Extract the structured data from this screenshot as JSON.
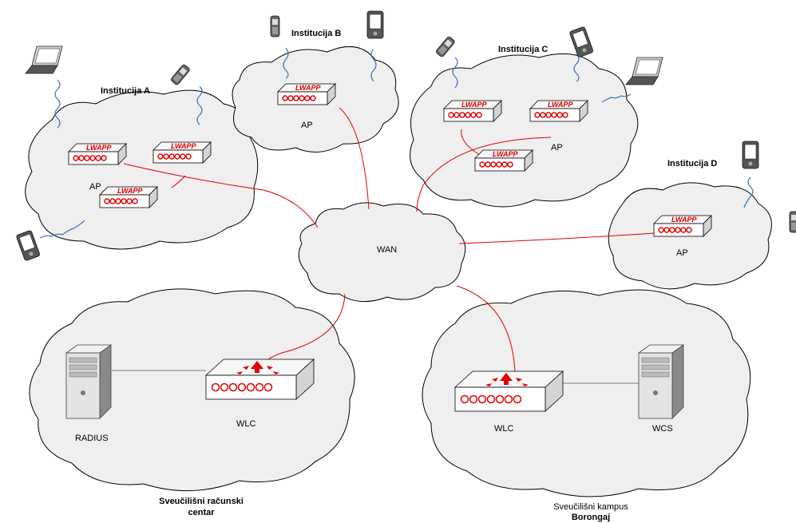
{
  "labels": {
    "inst_a": "Institucija A",
    "inst_b": "Institucija B",
    "inst_c": "Institucija C",
    "inst_d": "Institucija D",
    "wan": "WAN",
    "ap": "AP",
    "ap_device": "LWAPP",
    "wlc": "WLC",
    "radius": "RADIUS",
    "wcs": "WCS",
    "srce_line1": "Sveučilišni računski",
    "srce_line2": "centar",
    "kampus_line1": "Sveučilišni kampus",
    "kampus_line2": "Borongaj"
  },
  "colors": {
    "link": "#e00000",
    "cloud_fill": "#efefef",
    "wireless": "#3a6fb4"
  }
}
